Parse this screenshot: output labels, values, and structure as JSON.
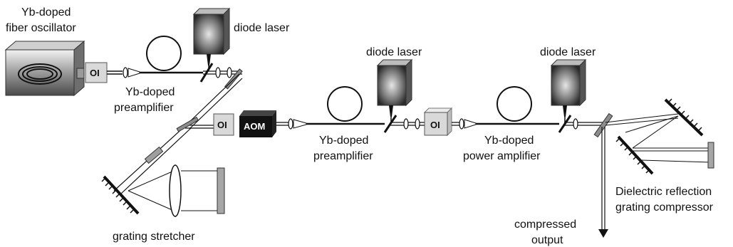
{
  "labels": {
    "oscillator_line1": "Yb-doped",
    "oscillator_line2": "fiber oscillator",
    "diode_laser_1": "diode laser",
    "diode_laser_2": "diode laser",
    "diode_laser_3": "diode laser",
    "preamp1_line1": "Yb-doped",
    "preamp1_line2": "preamplifier",
    "preamp2_line1": "Yb-doped",
    "preamp2_line2": "preamplifier",
    "power_amp_line1": "Yb-doped",
    "power_amp_line2": "power amplifier",
    "stretcher": "grating stretcher",
    "output_line1": "compressed",
    "output_line2": "output",
    "compressor_line1": "Dielectric reflection",
    "compressor_line2": "grating compressor"
  },
  "boxes": {
    "isolator_1": "OI",
    "isolator_2": "OI",
    "isolator_3": "OI",
    "aom": "AOM"
  },
  "colors": {
    "ink": "#111111",
    "isolator_fill": "#d9d9d9",
    "aom_fill": "#111111",
    "aom_text": "#ffffff",
    "mirror_fill": "#8c8c8c",
    "end_mirror_fill": "#a6a6a6"
  }
}
